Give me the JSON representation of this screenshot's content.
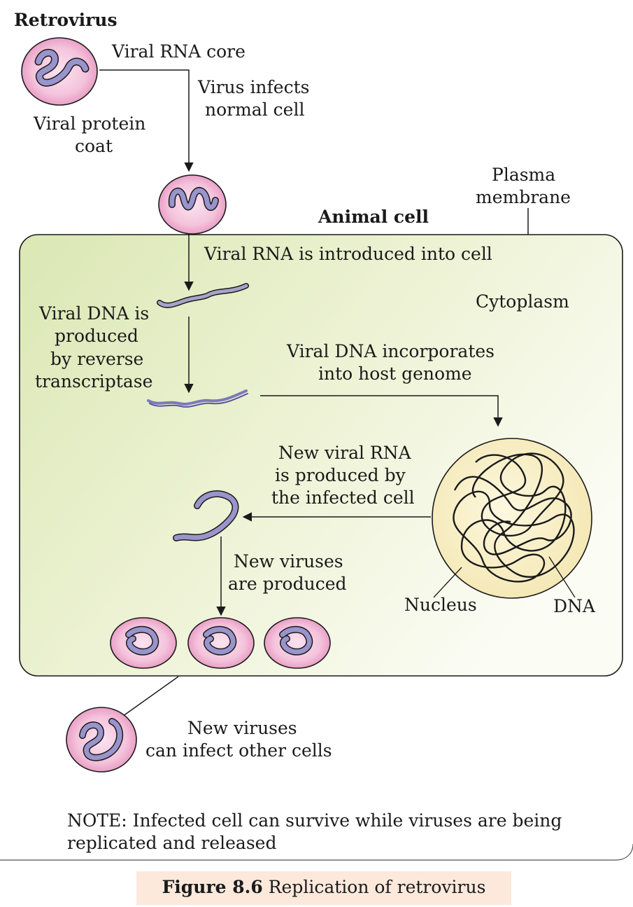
{
  "title": "Retrovirus",
  "labels": {
    "viral_rna_core": "Viral RNA core",
    "virus_infects_1": "Virus infects",
    "virus_infects_2": "normal cell",
    "protein_coat_1": "Viral protein",
    "protein_coat_2": "coat",
    "plasma_1": "Plasma",
    "plasma_2": "membrane",
    "animal_cell": "Animal cell",
    "rna_introduced": "Viral RNA is introduced into cell",
    "cytoplasm": "Cytoplasm",
    "dna_produced_1": "Viral DNA is",
    "dna_produced_2": "produced",
    "dna_produced_3": "by reverse",
    "dna_produced_4": "transcriptase",
    "incorporates_1": "Viral DNA incorporates",
    "incorporates_2": "into host genome",
    "new_rna_1": "New viral RNA",
    "new_rna_2": "is produced by",
    "new_rna_3": "the infected cell",
    "new_viruses_1": "New viruses",
    "new_viruses_2": "are produced",
    "nucleus": "Nucleus",
    "dna": "DNA",
    "infect_other_1": "New viruses",
    "infect_other_2": "can infect other cells",
    "note_1": "NOTE: Infected cell can survive while viruses are being",
    "note_2": "replicated and released"
  },
  "caption": {
    "number": "Figure 8.6",
    "text": "Replication of retrovirus"
  },
  "colors": {
    "virus_pink": "#f3bcd6",
    "rna_purple": "#8b86c4",
    "cell_green": "#e4edc6",
    "nucleus_fill": "#fbf3cf"
  }
}
